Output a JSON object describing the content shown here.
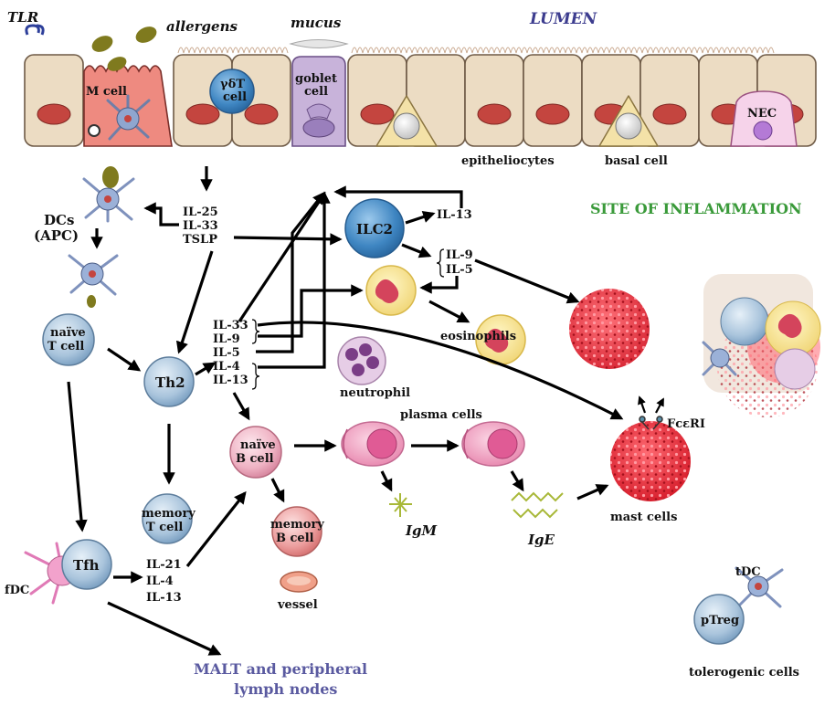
{
  "labels": {
    "tlr": "TLR",
    "allergens": "allergens",
    "mucus": "mucus",
    "lumen": "LUMEN",
    "m_cell": "M cell",
    "gdt_cell_1": "γδT",
    "gdt_cell_2": "cell",
    "goblet_cell_1": "goblet",
    "goblet_cell_2": "cell",
    "nec": "NEC",
    "epitheliocytes": "epitheliocytes",
    "basal_cell": "basal cell",
    "dcs_1": "DCs",
    "dcs_2": "(APC)",
    "cyto_top_1": "IL-25",
    "cyto_top_2": "IL-33",
    "cyto_top_3": "TSLP",
    "ilc2": "ILC2",
    "ilc2_il13": "IL-13",
    "ilc2_il9": "IL-9",
    "ilc2_il5": "IL-5",
    "site_of_inflammation": "SITE OF INFLAMMATION",
    "naive_t_1": "naïve",
    "naive_t_2": "T cell",
    "th2": "Th2",
    "th2_cyto_1": "IL-33",
    "th2_cyto_2": "IL-9",
    "th2_cyto_3": "IL-5",
    "th2_cyto_4": "IL-4",
    "th2_cyto_5": "IL-13",
    "eosinophils": "eosinophils",
    "neutrophil": "neutrophil",
    "plasma_cells": "plasma cells",
    "fceri": "FcεRI",
    "naive_b_1": "naïve",
    "naive_b_2": "B cell",
    "memory_t_1": "memory",
    "memory_t_2": "T cell",
    "memory_b_1": "memory",
    "memory_b_2": "B cell",
    "igm": "IgM",
    "ige": "IgE",
    "mast_cells": "mast cells",
    "vessel": "vessel",
    "fdc": "fDC",
    "tfh": "Tfh",
    "tfh_cyto_1": "IL-21",
    "tfh_cyto_2": "IL-4",
    "tfh_cyto_3": "IL-13",
    "malt_1": "MALT and peripheral",
    "malt_2": "lymph nodes",
    "tdc": "tDC",
    "ptreg": "pTreg",
    "tolerogenic_cells": "tolerogenic cells"
  }
}
